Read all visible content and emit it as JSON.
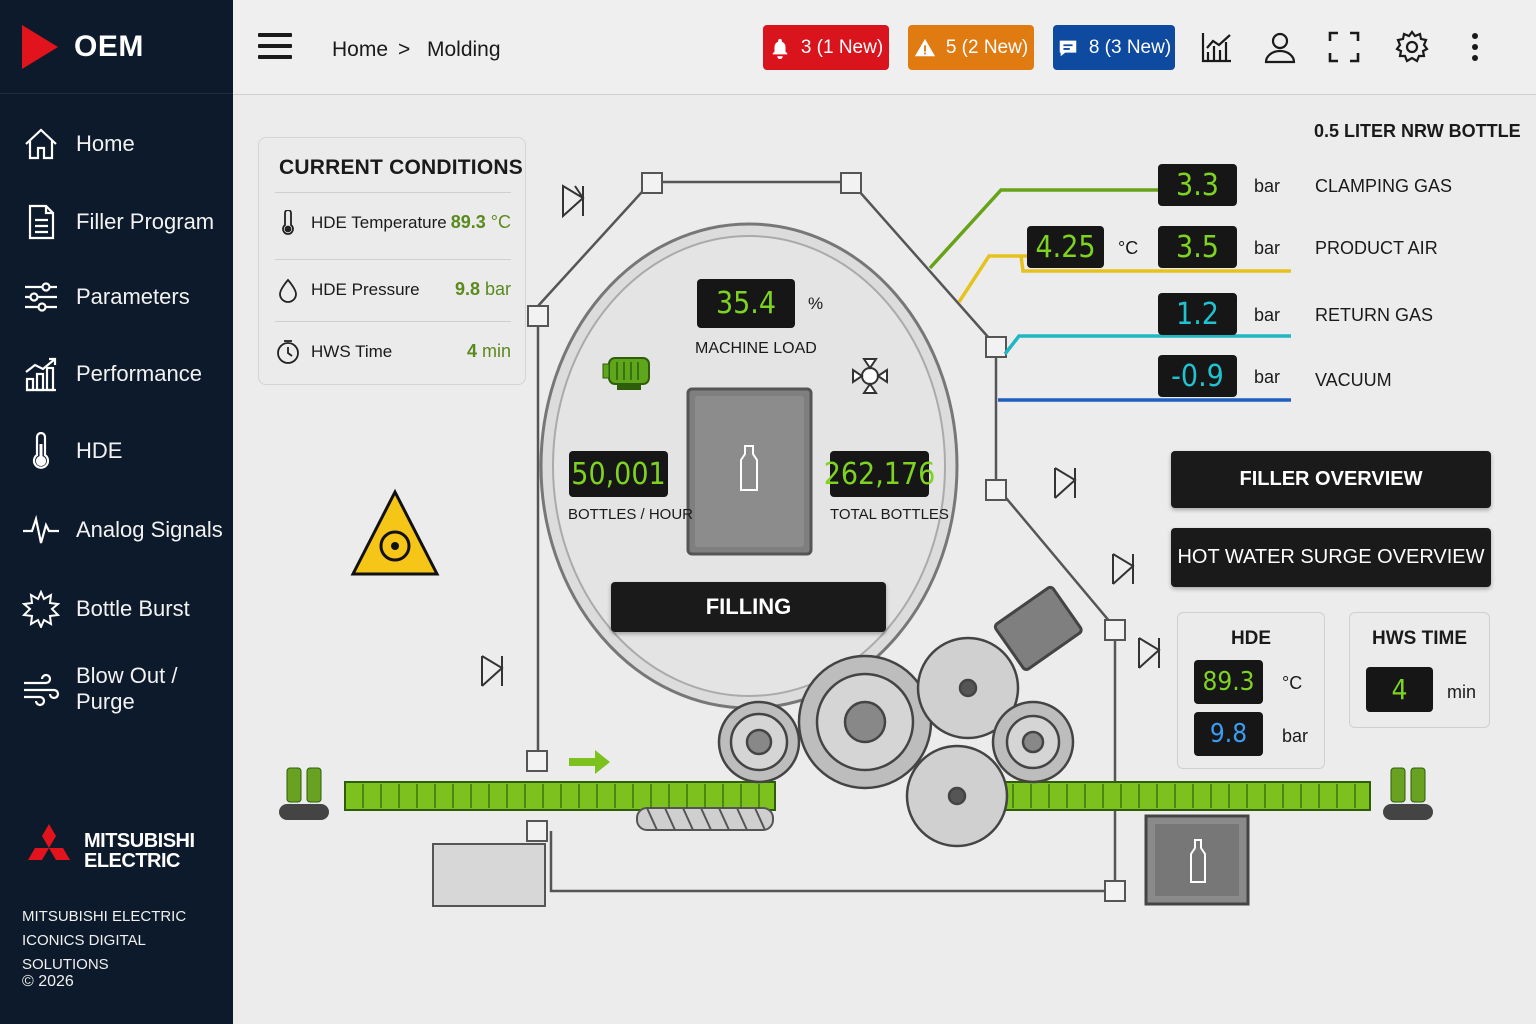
{
  "app": {
    "logo_text": "OEM"
  },
  "sidebar": {
    "items": [
      {
        "label": "Home",
        "icon": "home-icon"
      },
      {
        "label": "Filler Program",
        "icon": "document-icon"
      },
      {
        "label": "Parameters",
        "icon": "sliders-icon"
      },
      {
        "label": "Performance",
        "icon": "bar-chart-icon"
      },
      {
        "label": "HDE",
        "icon": "thermometer-icon"
      },
      {
        "label": "Analog Signals",
        "icon": "pulse-icon"
      },
      {
        "label": "Bottle Burst",
        "icon": "burst-icon"
      },
      {
        "label": "Blow Out / Purge",
        "icon": "wind-icon"
      }
    ],
    "brand_line1": "MITSUBISHI",
    "brand_line2": "ELECTRIC",
    "brand_sub1": "MITSUBISHI ELECTRIC",
    "brand_sub2": "ICONICS DIGITAL SOLUTIONS",
    "copyright": "© 2026"
  },
  "header": {
    "breadcrumb": [
      "Home",
      "Molding"
    ],
    "breadcrumb_sep": ">",
    "alarms": {
      "label": "3 (1 New)",
      "color": "#d9141d"
    },
    "warnings": {
      "label": "5 (2 New)",
      "color": "#e07b12"
    },
    "messages": {
      "label": "8 (3 New)",
      "color": "#0d4aa0"
    }
  },
  "conditions": {
    "title": "CURRENT CONDITIONS",
    "rows": [
      {
        "label": "HDE Temperature",
        "value": "89.3",
        "unit": "°C"
      },
      {
        "label": "HDE Pressure",
        "value": "9.8",
        "unit": "bar"
      },
      {
        "label": "HWS Time",
        "value": "4",
        "unit": "min"
      }
    ]
  },
  "machine": {
    "load_value": "35.4",
    "load_unit": "%",
    "load_label": "MACHINE LOAD",
    "bph_value": "50,001",
    "bph_label": "BOTTLES / HOUR",
    "total_value": "262,176",
    "total_label": "TOTAL BOTTLES",
    "state": "FILLING"
  },
  "product": {
    "name": "0.5 LITER NRW BOTTLE"
  },
  "gases": [
    {
      "value": "3.3",
      "unit": "bar",
      "label": "CLAMPING GAS"
    },
    {
      "value": "3.5",
      "unit": "bar",
      "label": "PRODUCT AIR",
      "temp_value": "4.25",
      "temp_unit": "°C"
    },
    {
      "value": "1.2",
      "unit": "bar",
      "label": "RETURN GAS"
    },
    {
      "value": "-0.9",
      "unit": "bar",
      "label": "VACUUM"
    }
  ],
  "buttons": {
    "filler_overview": "FILLER OVERVIEW",
    "hws_overview": "HOT WATER SURGE OVERVIEW"
  },
  "hde_panel": {
    "title": "HDE",
    "temp_value": "89.3",
    "temp_unit": "°C",
    "pressure_value": "9.8",
    "pressure_unit": "bar"
  },
  "hws_panel": {
    "title": "HWS TIME",
    "value": "4",
    "unit": "min"
  },
  "colors": {
    "sidebar_bg": "#0d1a2b",
    "value_green": "#7ed321",
    "value_blue": "#3a9cf5",
    "conveyor_green": "#7cc11e",
    "line_yellow": "#e6c21f",
    "line_teal": "#1fb7c4",
    "line_blue": "#1f5fbf"
  }
}
